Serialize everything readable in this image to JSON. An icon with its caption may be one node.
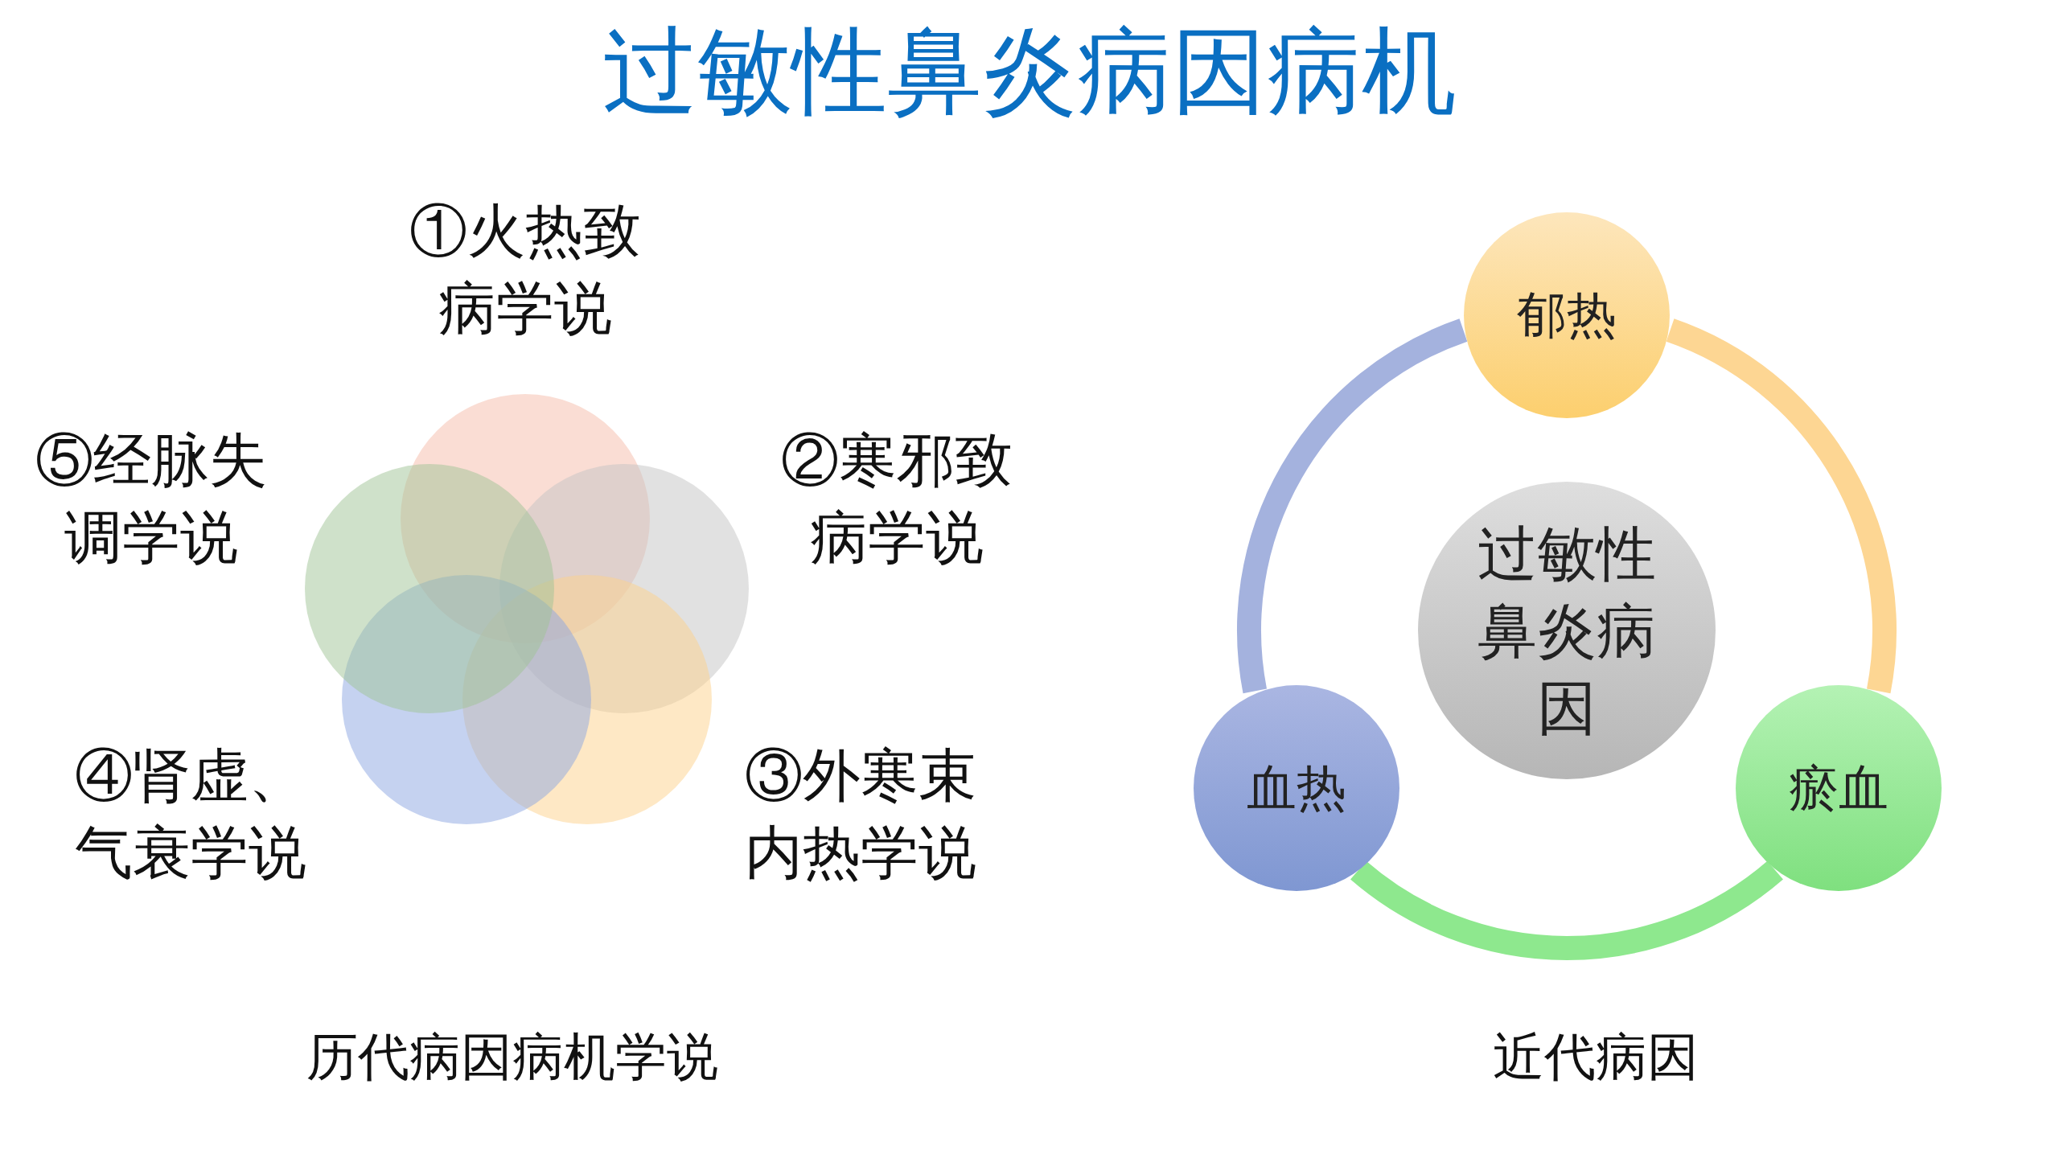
{
  "diagram": {
    "title": "过敏性鼻炎病因病机",
    "nodes": [
      {
        "text": [],
        "shape": "circle",
        "beside": [
          "①火热致病学说"
        ]
      },
      {
        "text": [],
        "shape": "circle",
        "beside": [
          "②寒邪致病学说"
        ]
      },
      {
        "text": [],
        "shape": "circle",
        "beside": [
          "③外寒束内热学说"
        ]
      },
      {
        "text": [],
        "shape": "circle",
        "beside": [
          "④肾虚、气衰学说"
        ]
      },
      {
        "text": [],
        "shape": "circle",
        "beside": [
          "⑤经脉失调学说"
        ]
      },
      {
        "text": [
          "郁热"
        ]
      },
      {
        "text": [
          "过敏性鼻炎病因"
        ]
      },
      {
        "text": [
          "血热"
        ]
      },
      {
        "text": [
          "瘀血"
        ]
      }
    ],
    "edges": [
      {
        "from": 5,
        "to": 8,
        "arrow": "none",
        "color": "#fdd693"
      },
      {
        "from": 8,
        "to": 7,
        "arrow": "none",
        "color": "#8ee88e"
      },
      {
        "from": 7,
        "to": 5,
        "arrow": "none",
        "color": "#a4b2de"
      }
    ],
    "labels": [
      "历代病因病机学说",
      "近代病因"
    ]
  }
}
